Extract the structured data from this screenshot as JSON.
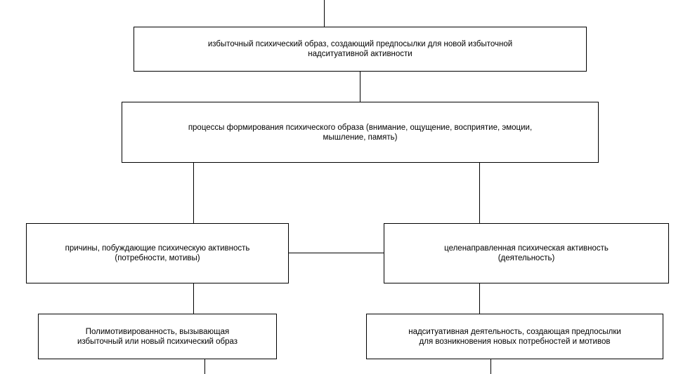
{
  "diagram": {
    "top": {
      "lines": [
        "избыточный психический образ, создающий предпосылки для новой избыточной",
        "надситуативной активности"
      ]
    },
    "middle": {
      "lines": [
        "процессы формирования психического  образа (внимание, ощущение, восприятие, эмоции,",
        "мышление, память)"
      ]
    },
    "left": {
      "lines": [
        "причины, побуждающие психическую активность",
        "(потребности, мотивы)"
      ]
    },
    "right": {
      "lines": [
        "целенаправленная психическая активность",
        "(деятельность)"
      ]
    },
    "bottom_left": {
      "lines": [
        "Полимотивированность, вызывающая",
        "избыточный или новый психический образ"
      ]
    },
    "bottom_right": {
      "lines": [
        "надситуативная деятельность, создающая предпосылки",
        "для возникновения  новых потребностей и мотивов"
      ]
    }
  }
}
